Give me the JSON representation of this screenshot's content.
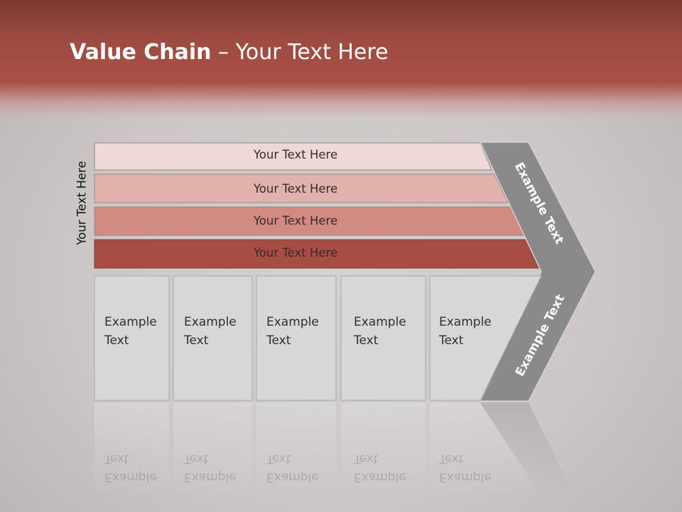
{
  "title": {
    "bold": "Value Chain",
    "rest": " – Your Text Here"
  },
  "side_label": "Your Text Here",
  "bands": [
    {
      "label": "Your Text Here",
      "fill": "#efd9d6"
    },
    {
      "label": "Your Text Here",
      "fill": "#e1b2ac"
    },
    {
      "label": "Your Text Here",
      "fill": "#d18b83"
    },
    {
      "label": "Your Text Here",
      "fill": "#a84d44"
    }
  ],
  "columns": [
    {
      "line1": "Example",
      "line2": "Text"
    },
    {
      "line1": "Example",
      "line2": "Text"
    },
    {
      "line1": "Example",
      "line2": "Text"
    },
    {
      "line1": "Example",
      "line2": "Text"
    },
    {
      "line1": "Example",
      "line2": "Text"
    }
  ],
  "arrow_labels": {
    "upper": "Example Text",
    "lower": "Example Text"
  },
  "colors": {
    "header": "#a64c43",
    "column_fill": "#d7d7d7",
    "arrow_fill": "#8a8a8a"
  }
}
